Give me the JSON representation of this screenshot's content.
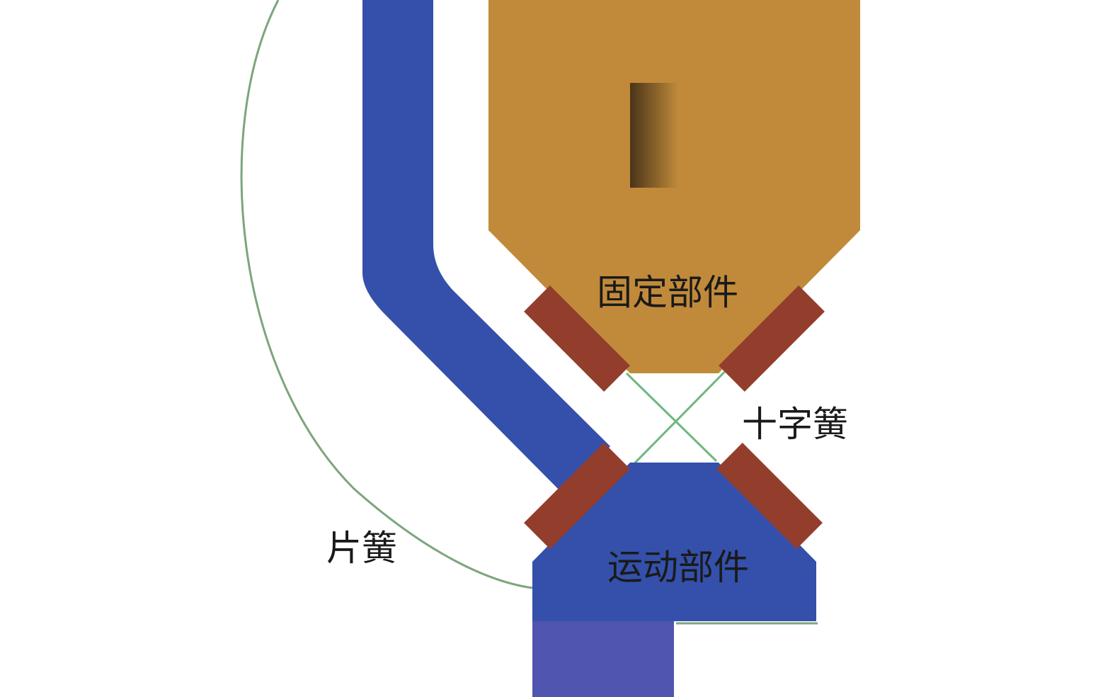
{
  "labels": {
    "fixed_part": "固定部件",
    "cross_spring": "十字簧",
    "leaf_spring": "片簧",
    "moving_part": "运动部件"
  },
  "colors": {
    "fixed_part": "#C18A3A",
    "leaf_spring": "#3450AA",
    "moving_part": "#3450AA",
    "moving_base": "#5055B0",
    "clamp": "#933E2C",
    "spring_wire": "#6EB77E",
    "arc": "#7DA57D"
  }
}
